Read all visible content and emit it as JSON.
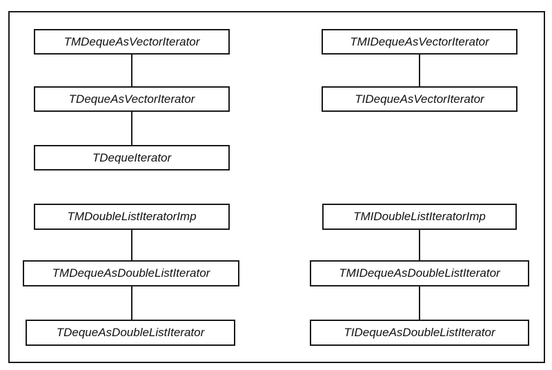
{
  "diagram": {
    "left_top": [
      "TMDequeAsVectorIterator",
      "TDequeAsVectorIterator",
      "TDequeIterator"
    ],
    "right_top": [
      "TMIDequeAsVectorIterator",
      "TIDequeAsVectorIterator"
    ],
    "left_bottom": [
      "TMDoubleListIteratorImp",
      "TMDequeAsDoubleListIterator",
      "TDequeAsDoubleListIterator"
    ],
    "right_bottom": [
      "TMIDoubleListIteratorImp",
      "TMIDequeAsDoubleListIterator",
      "TIDequeAsDoubleListIterator"
    ]
  }
}
